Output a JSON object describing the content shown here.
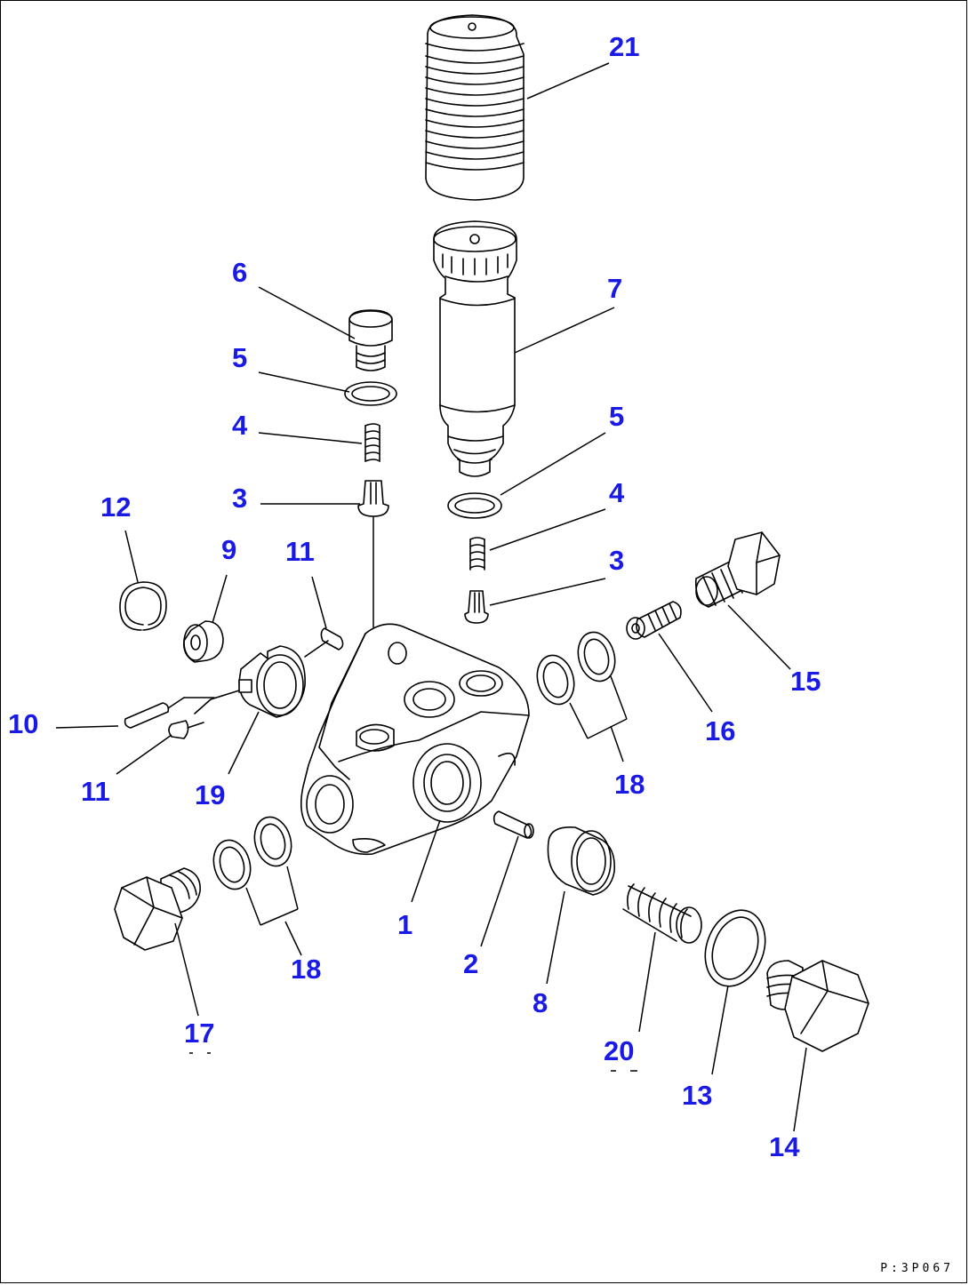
{
  "diagram": {
    "callouts": [
      {
        "id": "c21",
        "label": "21"
      },
      {
        "id": "c7",
        "label": "7"
      },
      {
        "id": "c6",
        "label": "6"
      },
      {
        "id": "c5a",
        "label": "5"
      },
      {
        "id": "c4a",
        "label": "4"
      },
      {
        "id": "c3a",
        "label": "3"
      },
      {
        "id": "c5b",
        "label": "5"
      },
      {
        "id": "c4b",
        "label": "4"
      },
      {
        "id": "c3b",
        "label": "3"
      },
      {
        "id": "c12",
        "label": "12"
      },
      {
        "id": "c9",
        "label": "9"
      },
      {
        "id": "c11a",
        "label": "11"
      },
      {
        "id": "c10",
        "label": "10"
      },
      {
        "id": "c11b",
        "label": "11"
      },
      {
        "id": "c19",
        "label": "19"
      },
      {
        "id": "c15",
        "label": "15"
      },
      {
        "id": "c16",
        "label": "16"
      },
      {
        "id": "c18a",
        "label": "18"
      },
      {
        "id": "c18b",
        "label": "18"
      },
      {
        "id": "c1",
        "label": "1"
      },
      {
        "id": "c2",
        "label": "2"
      },
      {
        "id": "c8",
        "label": "8"
      },
      {
        "id": "c17",
        "label": "17"
      },
      {
        "id": "c20",
        "label": "20"
      },
      {
        "id": "c13",
        "label": "13"
      },
      {
        "id": "c14",
        "label": "14"
      }
    ],
    "drawing_code": "P:3P067",
    "callout_color": "#1a1ae6"
  }
}
